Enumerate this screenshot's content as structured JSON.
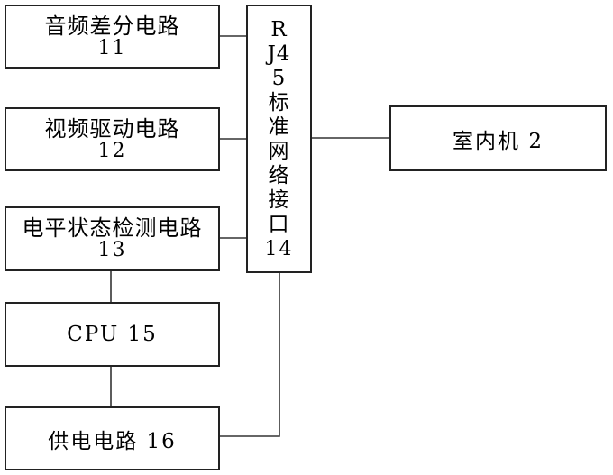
{
  "blocks": {
    "audio": {
      "label": "音频差分电路",
      "number": "11"
    },
    "video": {
      "label": "视频驱动电路",
      "number": "12"
    },
    "level": {
      "label": "电平状态检测电路",
      "number": "13"
    },
    "cpu": {
      "label": "CPU 15"
    },
    "power": {
      "label": "供电电路 16"
    },
    "rj45": {
      "label": "RJ45标准网络接口",
      "number": "14"
    },
    "indoor": {
      "label": "室内机 2"
    }
  }
}
